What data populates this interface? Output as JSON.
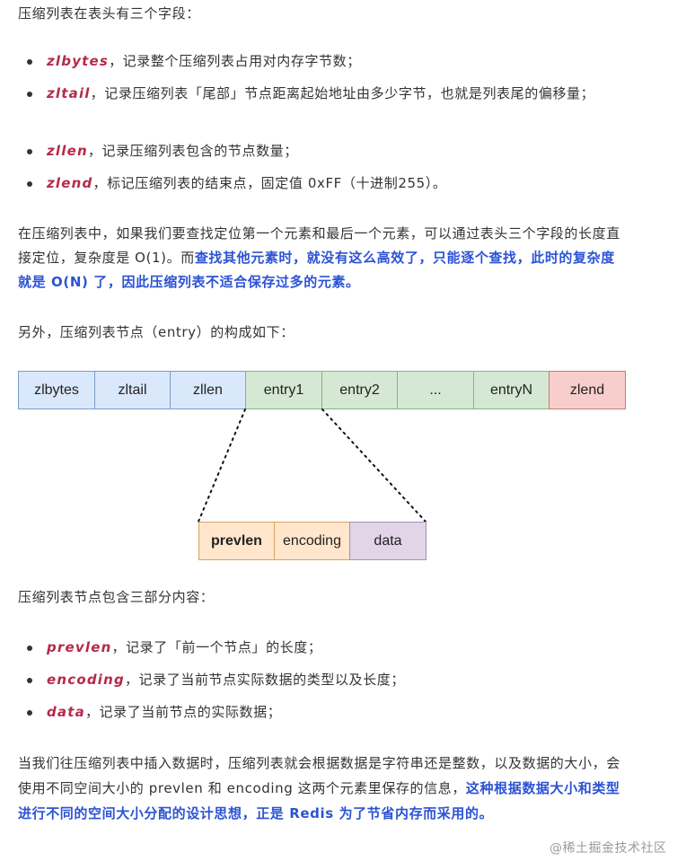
{
  "intro": "压缩列表在表头有三个字段：",
  "header_fields": [
    {
      "code": "zlbytes",
      "text": "，记录整个压缩列表占用对内存字节数；"
    },
    {
      "code": "zltail",
      "text": "，记录压缩列表「尾部」节点距离起始地址由多少字节，也就是列表尾的偏移量；"
    },
    {
      "code": "zllen",
      "text": "，记录压缩列表包含的节点数量；"
    },
    {
      "code": "zlend",
      "text": "，标记压缩列表的结束点，固定值 0xFF（十进制255）。"
    }
  ],
  "para_lookup": {
    "normal": "在压缩列表中，如果我们要查找定位第一个元素和最后一个元素，可以通过表头三个字段的长度直接定位，复杂度是 O(1)。而",
    "highlight": "查找其他元素时，就没有这么高效了，只能逐个查找，此时的复杂度就是 O(N) 了，因此压缩列表不适合保存过多的元素。"
  },
  "entry_intro": "另外，压缩列表节点（entry）的构成如下：",
  "diagram": {
    "top_row": [
      "zlbytes",
      "zltail",
      "zllen",
      "entry1",
      "entry2",
      "...",
      "entryN",
      "zlend"
    ],
    "entry_row": [
      "prevlen",
      "encoding",
      "data"
    ]
  },
  "entry_parts_intro": "压缩列表节点包含三部分内容：",
  "entry_fields": [
    {
      "code": "prevlen",
      "text": "，记录了「前一个节点」的长度；"
    },
    {
      "code": "encoding",
      "text": "，记录了当前节点实际数据的类型以及长度；"
    },
    {
      "code": "data",
      "text": "，记录了当前节点的实际数据；"
    }
  ],
  "para_insert": {
    "normal": "当我们往压缩列表中插入数据时，压缩列表就会根据数据是字符串还是整数，以及数据的大小，会使用不同空间大小的 prevlen 和 encoding 这两个元素里保存的信息，",
    "highlight": "这种根据数据大小和类型进行不同的空间大小分配的设计思想，正是 Redis 为了节省内存而采用的。"
  },
  "watermark": "@稀土掘金技术社区"
}
